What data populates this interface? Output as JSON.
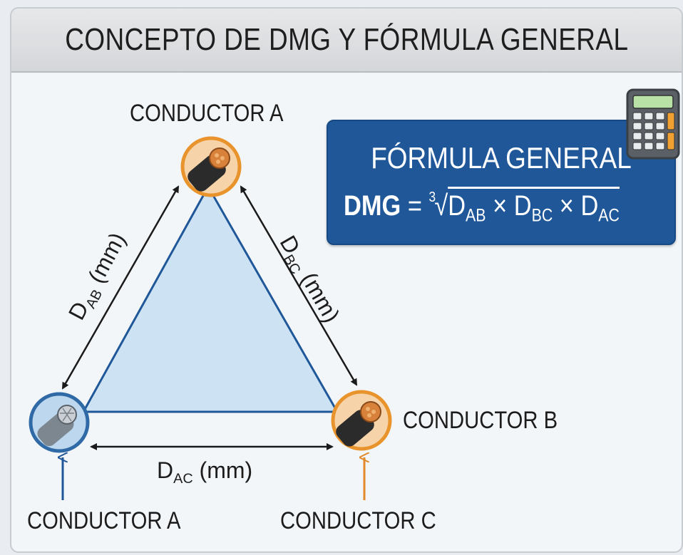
{
  "title": "CONCEPTO DE DMG Y FÓRMULA GENERAL",
  "conductors": {
    "top": "CONDUCTOR A",
    "right": "CONDUCTOR B",
    "bottom_left": "CONDUCTOR A",
    "bottom_right": "CONDUCTOR C"
  },
  "distances": {
    "ab": {
      "main": "D",
      "sub": "AB",
      "unit": "(mm)"
    },
    "bc": {
      "main": "D",
      "sub": "BC",
      "unit": "(mm)"
    },
    "ac": {
      "main": "D",
      "sub": "AC",
      "unit": "(mm)"
    }
  },
  "formula": {
    "title": "FÓRMULA GENERAL",
    "lhs": "DMG",
    "equals": "=",
    "root_index": "3",
    "terms": [
      {
        "main": "D",
        "sub": "AB"
      },
      {
        "main": "D",
        "sub": "BC"
      },
      {
        "main": "D",
        "sub": "AC"
      }
    ],
    "operator": "×"
  },
  "icons": [
    "calculator-icon",
    "conductor-cable-icon",
    "arrow-icon"
  ],
  "colors": {
    "formula_box": "#1f5799",
    "triangle_fill": "#cde3f3",
    "triangle_stroke": "#1f5799",
    "conductor_orange": "#e8932c",
    "conductor_blue": "#2f6aa6",
    "arrow_orange": "#e08a2a",
    "arrow_blue": "#1f5799"
  }
}
